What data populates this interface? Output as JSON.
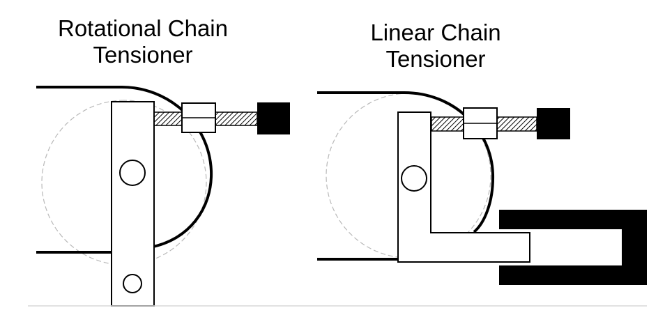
{
  "left_diagram": {
    "title_line1": "Rotational Chain",
    "title_line2": "Tensioner"
  },
  "right_diagram": {
    "title_line1": "Linear Chain",
    "title_line2": "Tensioner"
  },
  "colors": {
    "stroke": "#000000",
    "sprocket": "#b8b8b8",
    "fill": "#ffffff",
    "block": "#000000",
    "divider": "#d9d9d9"
  }
}
